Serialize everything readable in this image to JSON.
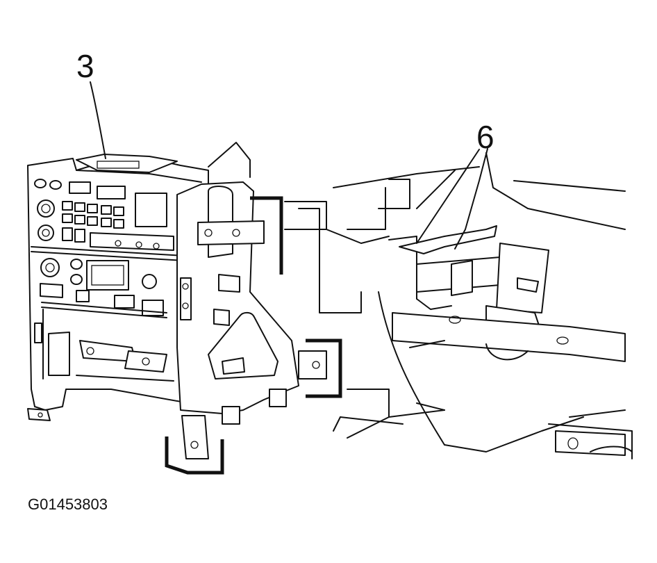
{
  "figure": {
    "callouts": [
      {
        "id": "3",
        "label": "3"
      },
      {
        "id": "6",
        "label": "6"
      }
    ],
    "figure_id": "G01453803"
  }
}
